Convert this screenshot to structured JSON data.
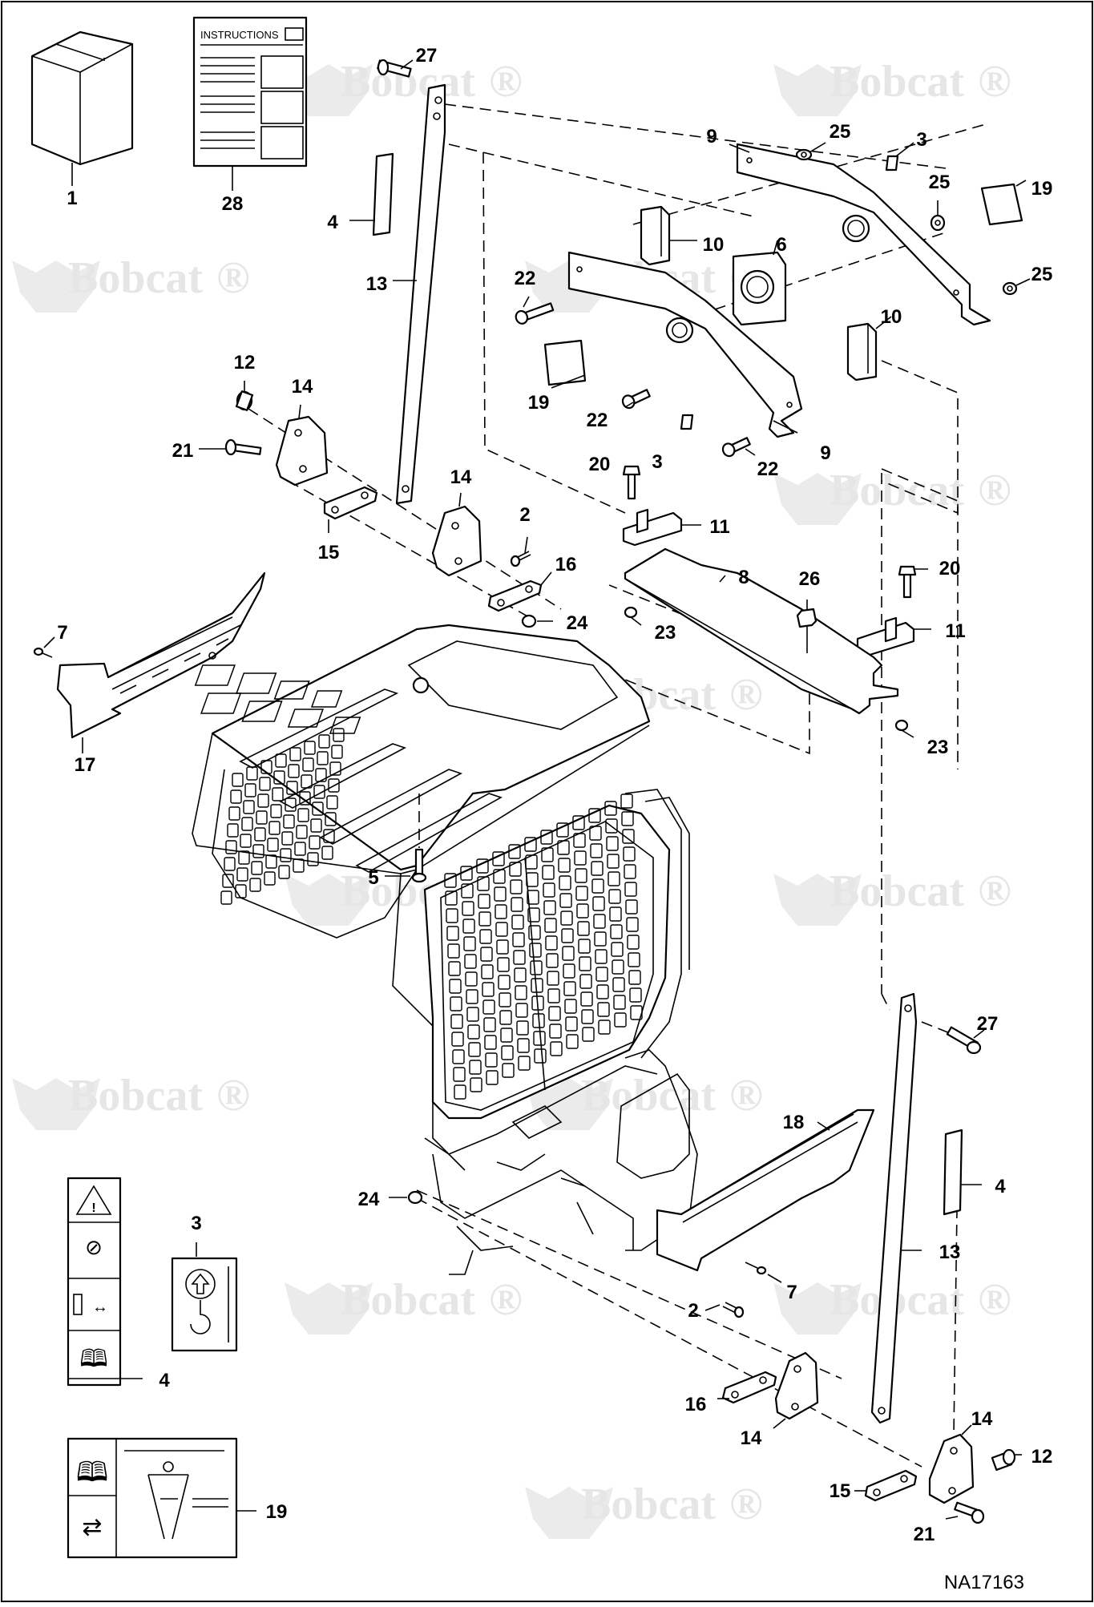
{
  "diagram": {
    "watermark_text": "Bobcat",
    "watermark_mark": "®",
    "drawing_number": "NA17163",
    "instructions_title": "INSTRUCTIONS",
    "callouts": [
      {
        "id": "c1",
        "label": "1"
      },
      {
        "id": "c28",
        "label": "28"
      },
      {
        "id": "c27a",
        "label": "27"
      },
      {
        "id": "c4a",
        "label": "4"
      },
      {
        "id": "c13a",
        "label": "13"
      },
      {
        "id": "c9a",
        "label": "9"
      },
      {
        "id": "c25a",
        "label": "25"
      },
      {
        "id": "c3a",
        "label": "3"
      },
      {
        "id": "c25b",
        "label": "25"
      },
      {
        "id": "c19a",
        "label": "19"
      },
      {
        "id": "c10a",
        "label": "10"
      },
      {
        "id": "c6",
        "label": "6"
      },
      {
        "id": "c22a",
        "label": "22"
      },
      {
        "id": "c25c",
        "label": "25"
      },
      {
        "id": "c10b",
        "label": "10"
      },
      {
        "id": "c19b",
        "label": "19"
      },
      {
        "id": "c22b",
        "label": "22"
      },
      {
        "id": "c9b",
        "label": "9"
      },
      {
        "id": "c3b",
        "label": "3"
      },
      {
        "id": "c22c",
        "label": "22"
      },
      {
        "id": "c12a",
        "label": "12"
      },
      {
        "id": "c14a",
        "label": "14"
      },
      {
        "id": "c21a",
        "label": "21"
      },
      {
        "id": "c20a",
        "label": "20"
      },
      {
        "id": "c14b",
        "label": "14"
      },
      {
        "id": "c11a",
        "label": "11"
      },
      {
        "id": "c2a",
        "label": "2"
      },
      {
        "id": "c15a",
        "label": "15"
      },
      {
        "id": "c16a",
        "label": "16"
      },
      {
        "id": "c8",
        "label": "8"
      },
      {
        "id": "c26",
        "label": "26"
      },
      {
        "id": "c20b",
        "label": "20"
      },
      {
        "id": "c24a",
        "label": "24"
      },
      {
        "id": "c23a",
        "label": "23"
      },
      {
        "id": "c11b",
        "label": "11"
      },
      {
        "id": "c7a",
        "label": "7"
      },
      {
        "id": "c17",
        "label": "17"
      },
      {
        "id": "c23b",
        "label": "23"
      },
      {
        "id": "c5",
        "label": "5"
      },
      {
        "id": "c27b",
        "label": "27"
      },
      {
        "id": "c18",
        "label": "18"
      },
      {
        "id": "c4b",
        "label": "4"
      },
      {
        "id": "c24b",
        "label": "24"
      },
      {
        "id": "c3c",
        "label": "3"
      },
      {
        "id": "c13b",
        "label": "13"
      },
      {
        "id": "c7b",
        "label": "7"
      },
      {
        "id": "c4c",
        "label": "4"
      },
      {
        "id": "c2b",
        "label": "2"
      },
      {
        "id": "c16b",
        "label": "16"
      },
      {
        "id": "c14c",
        "label": "14"
      },
      {
        "id": "c14d",
        "label": "14"
      },
      {
        "id": "c12b",
        "label": "12"
      },
      {
        "id": "c15b",
        "label": "15"
      },
      {
        "id": "c19c",
        "label": "19"
      },
      {
        "id": "c21b",
        "label": "21"
      }
    ]
  }
}
